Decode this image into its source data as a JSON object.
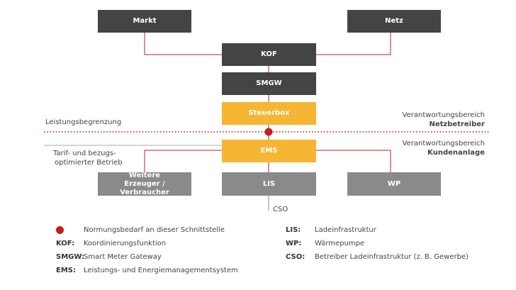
{
  "boxes": {
    "markt": "Markt",
    "netz": "Netz",
    "kof": "KOF",
    "smgw": "SMGW",
    "steuerbox": "Steuerbox",
    "ems": "EMS",
    "weitere": "Weitere Erzeuger / Verbraucher",
    "lis": "LIS",
    "wp": "WP"
  },
  "labels": {
    "leistungsbegrenzung": "Leistungsbegrenzung",
    "tarif_line1": "Tarif- und bezugs-",
    "tarif_line2": "optimierter Betrieb",
    "verantwortung_netz_line1": "Verantwortungsbereich",
    "verantwortung_netz_line2": "Netzbetreiber",
    "verantwortung_kunde_line1": "Verantwortungsbereich",
    "verantwortung_kunde_line2": "Kundenanlage",
    "cso": "CSO"
  },
  "legend": {
    "dot_text": "Normungsbedarf an dieser Schnittstelle",
    "items": [
      {
        "key": "KOF:",
        "value": "Koordinierungsfunktion"
      },
      {
        "key": "SMGW:",
        "value": "Smart Meter Gateway"
      },
      {
        "key": "EMS:",
        "value": "Leistungs- und Energiemanagementsystem"
      },
      {
        "key": "LIS:",
        "value": "Ladeinfrastruktur"
      },
      {
        "key": "WP:",
        "value": "Wärmepumpe"
      },
      {
        "key": "CSO:",
        "value": "Betreiber Ladeinfrastruktur (z. B. Gewerbe)"
      }
    ]
  },
  "colors": {
    "dark": "#444444",
    "yellow": "#f6b533",
    "gray": "#8a8a8a",
    "line_red": "#c41e1e"
  }
}
